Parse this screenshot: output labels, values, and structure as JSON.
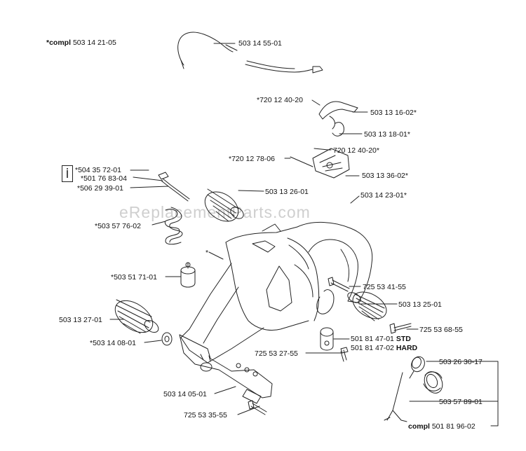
{
  "watermark": "eReplacementParts.com",
  "labels": {
    "compl_top_prefix": "*compl",
    "compl_top_number": "503 14 21-05",
    "p_503_14_55_01": "503 14 55-01",
    "p_720_12_40_20_a": "*720 12 40-20",
    "p_503_13_16_02": "503 13 16-02*",
    "p_503_13_18_01": "503 13 18-01*",
    "p_720_12_40_20_b": "720 12 40-20*",
    "p_720_12_78_06": "*720 12 78-06",
    "p_503_13_36_02": "503 13 36-02*",
    "p_504_35_72_01": "*504 35 72-01",
    "p_501_76_83_04": "*501 76 83-04",
    "p_506_29_39_01": "*506 29 39-01",
    "p_503_13_26_01": "503 13 26-01",
    "p_503_14_23_01": "503 14 23-01*",
    "p_503_57_76_02": "*503 57 76-02",
    "p_star": "*",
    "p_503_51_71_01": "*503 51 71-01",
    "p_725_53_41_55": "725 53 41-55",
    "p_503_13_25_01": "503 13 25-01",
    "p_503_13_27_01": "503 13 27-01",
    "p_725_53_68_55": "725 53 68-55",
    "p_501_81_47_01": "501 81 47-01",
    "p_std": "STD",
    "p_501_81_47_02": "501 81 47-02",
    "p_hard": "HARD",
    "p_503_14_08_01": "*503 14 08-01",
    "p_725_53_27_55": "725 53 27-55",
    "p_503_26_30_17": "503 26 30-17",
    "p_503_14_05_01": "503 14 05-01",
    "p_503_57_89_01": "503 57 89-01",
    "p_725_53_35_55": "725 53 35-55",
    "compl_bottom_prefix": "compl",
    "compl_bottom_number": "501 81 96-02"
  },
  "legend_icon": "info-i-icon",
  "colors": {
    "line": "#222222",
    "watermark": "#cfcfcf"
  }
}
